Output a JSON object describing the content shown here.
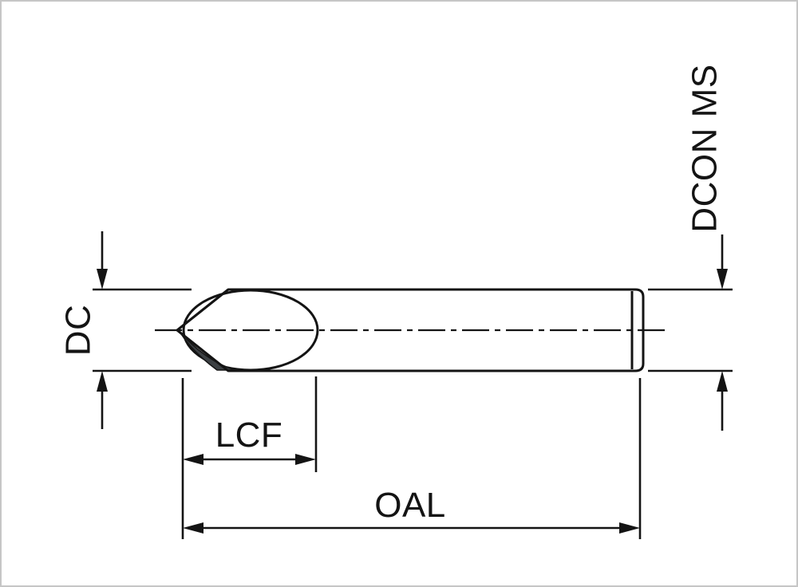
{
  "labels": {
    "dc": "DC",
    "dcon_ms": "DCON MS",
    "lcf": "LCF",
    "oal": "OAL"
  },
  "colors": {
    "line": "#141414",
    "background": "#ffffff",
    "frame": "#c6c6c6",
    "body_highlight": "#f4f5f5",
    "body_shadow": "#b6bdc2",
    "flute_shadow": "#3c4043"
  }
}
